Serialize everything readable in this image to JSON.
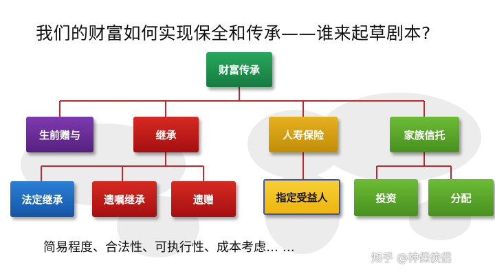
{
  "title": "我们的财富如何实现保全和传承——谁来起草剧本?",
  "footer": "简易程度、合法性、可执行性、成本考虑… …",
  "watermark": "知乎 @神保侠侣",
  "colors": {
    "root": "#1a8a4a",
    "lifetime_gift": "#6a2a9a",
    "inheritance": "#c01818",
    "life_insurance": "#d6a010",
    "family_trust": "#5aa82a",
    "statutory": "#1a68c0",
    "will": "#c01818",
    "bequest": "#c01818",
    "beneficiary_bg": "#f5c21a",
    "beneficiary_border": "#3a55a8",
    "investment": "#5aa82a",
    "distribution": "#5aa82a",
    "connector": "#c0262a"
  },
  "diagram": {
    "root": "财富传承",
    "level1": [
      "生前赠与",
      "继承",
      "人寿保险",
      "家族信托"
    ],
    "level2": {
      "inheritance": [
        "法定继承",
        "遗嘱继承",
        "遗赠"
      ],
      "life_insurance": [
        "指定受益人"
      ],
      "family_trust": [
        "投资",
        "分配"
      ]
    }
  }
}
